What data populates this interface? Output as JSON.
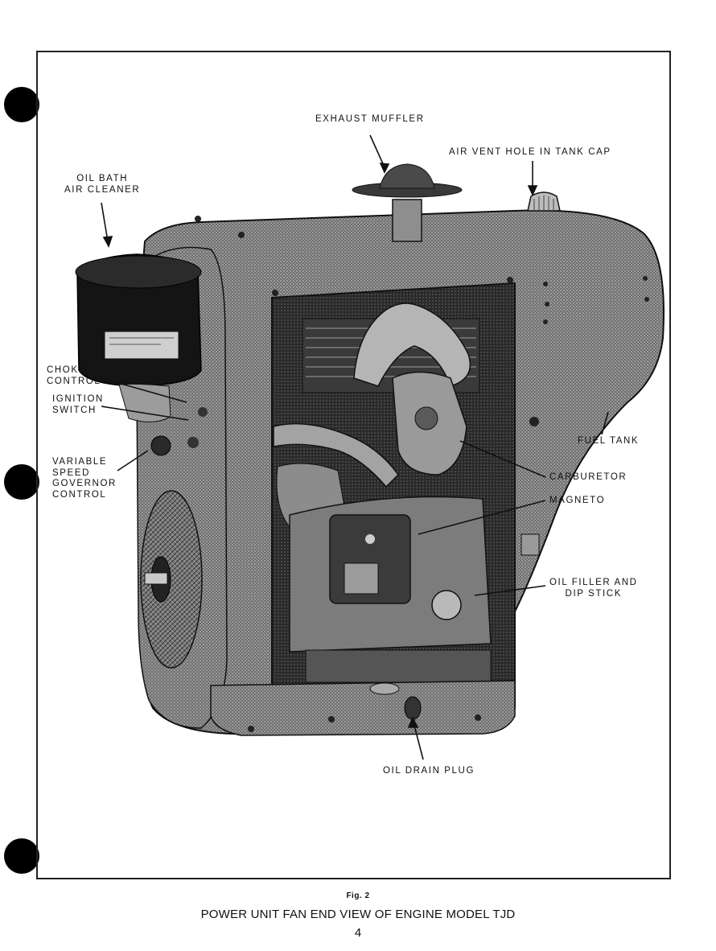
{
  "callouts": {
    "exhaust_muffler": "EXHAUST MUFFLER",
    "air_vent": "AIR VENT HOLE IN TANK CAP",
    "oil_bath": "OIL BATH\nAIR CLEANER",
    "choke": "CHOKE\nCONTROL",
    "ignition": "IGNITION\nSWITCH",
    "governor": "VARIABLE\nSPEED\nGOVERNOR\nCONTROL",
    "fuel_tank": "FUEL TANK",
    "carburetor": "CARBURETOR",
    "magneto": "MAGNETO",
    "oil_filler": "OIL FILLER AND\nDIP STICK",
    "oil_drain": "OIL DRAIN PLUG"
  },
  "figure": {
    "label": "Fig. 2",
    "caption": "POWER UNIT FAN END VIEW OF ENGINE MODEL TJD"
  },
  "page_number": "4"
}
